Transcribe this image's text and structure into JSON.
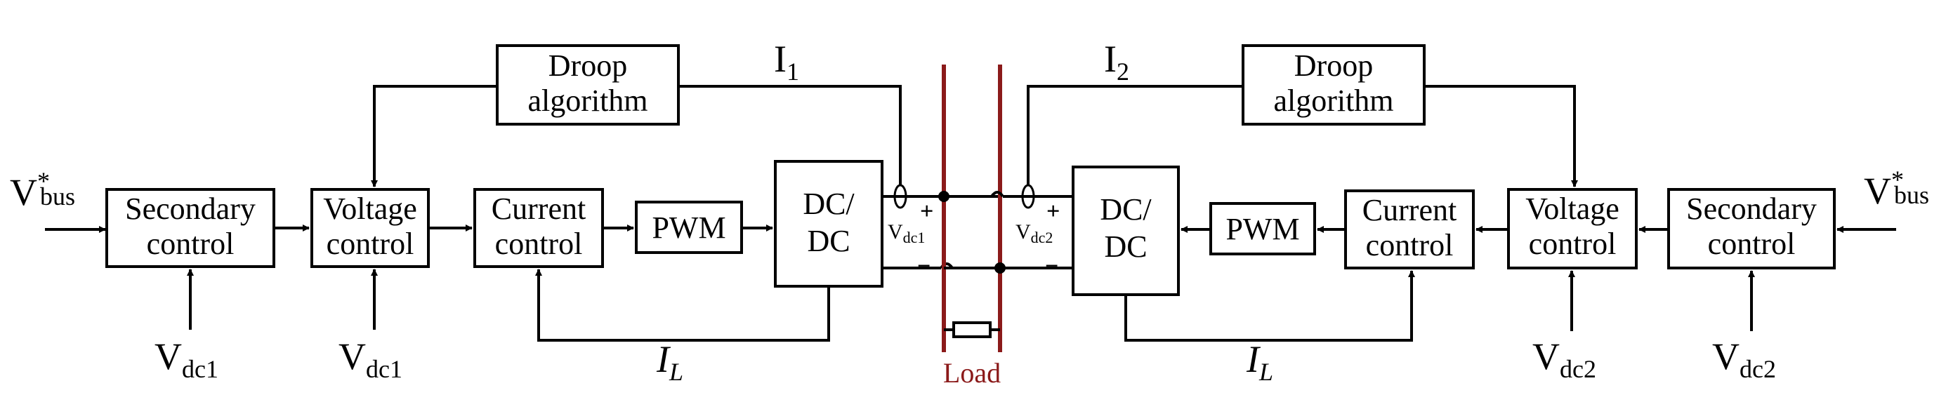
{
  "left": {
    "input_label": {
      "main": "V",
      "sup": "*",
      "sub": "bus"
    },
    "secondary_control": {
      "line1": "Secondary",
      "line2": "control"
    },
    "voltage_control": {
      "line1": "Voltage",
      "line2": "control"
    },
    "current_control": {
      "line1": "Current",
      "line2": "control"
    },
    "pwm": "PWM",
    "dcdc": {
      "line1": "DC/",
      "line2": "DC"
    },
    "droop": {
      "line1": "Droop",
      "line2": "algorithm"
    },
    "current_label": {
      "main": "I",
      "sub": "1"
    },
    "feedback_label": {
      "main": "I",
      "sub": "L"
    },
    "vdc_sec": {
      "main": "V",
      "sub": "dc1"
    },
    "vdc_volt": {
      "main": "V",
      "sub": "dc1"
    },
    "terminal": {
      "main": "V",
      "sub": "dc1",
      "plus": "+",
      "minus": "−"
    }
  },
  "right": {
    "input_label": {
      "main": "V",
      "sup": "*",
      "sub": "bus"
    },
    "secondary_control": {
      "line1": "Secondary",
      "line2": "control"
    },
    "voltage_control": {
      "line1": "Voltage",
      "line2": "control"
    },
    "current_control": {
      "line1": "Current",
      "line2": "control"
    },
    "pwm": "PWM",
    "dcdc": {
      "line1": "DC/",
      "line2": "DC"
    },
    "droop": {
      "line1": "Droop",
      "line2": "algorithm"
    },
    "current_label": {
      "main": "I",
      "sub": "2"
    },
    "feedback_label": {
      "main": "I",
      "sub": "L"
    },
    "vdc_sec": {
      "main": "V",
      "sub": "dc2"
    },
    "vdc_volt": {
      "main": "V",
      "sub": "dc2"
    },
    "terminal": {
      "main": "V",
      "sub": "dc2",
      "plus": "+",
      "minus": "−"
    }
  },
  "bus": {
    "load_label": "Load"
  },
  "colors": {
    "bus_rail": "#8b1a1a",
    "line": "#000000"
  }
}
